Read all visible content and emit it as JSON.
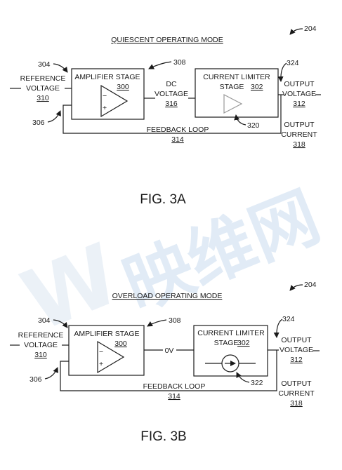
{
  "figure_number": "204",
  "watermark": {
    "mark": "W",
    "text": "映维网",
    "color": "#c9dcef"
  },
  "diagram_a": {
    "mode_title": "QUIESCENT OPERATING MODE",
    "figure_ref": "204",
    "caption": "FIG. 3A",
    "reference": {
      "line1": "REFERENCE",
      "line2": "VOLTAGE",
      "num": "310",
      "ref_in": "304",
      "ref_fb": "306"
    },
    "amplifier": {
      "label": "AMPLIFIER STAGE",
      "num": "300",
      "ref": "308",
      "minus": "−",
      "plus": "+"
    },
    "dc": {
      "line1": "DC",
      "line2": "VOLTAGE",
      "num": "316"
    },
    "limiter": {
      "line1": "CURRENT LIMITER",
      "line2": "STAGE",
      "num": "302",
      "element_ref": "320"
    },
    "output_voltage": {
      "line1": "OUTPUT",
      "line2": "VOLTAGE",
      "num": "312",
      "ref": "324"
    },
    "feedback": {
      "label": "FEEDBACK LOOP",
      "num": "314"
    },
    "output_current": {
      "line1": "OUTPUT",
      "line2": "CURRENT",
      "num": "318"
    }
  },
  "diagram_b": {
    "mode_title": "OVERLOAD OPERATING MODE",
    "figure_ref": "204",
    "caption": "FIG. 3B",
    "reference": {
      "line1": "REFERENCE",
      "line2": "VOLTAGE",
      "num": "310",
      "ref_in": "304",
      "ref_fb": "306"
    },
    "amplifier": {
      "label": "AMPLIFIER STAGE",
      "num": "300",
      "ref": "308",
      "minus": "−",
      "plus": "+"
    },
    "node_voltage": "0V",
    "limiter": {
      "line1": "CURRENT LIMITER",
      "line2": "STAGE",
      "num": "302",
      "element_ref": "322"
    },
    "output_voltage": {
      "line1": "OUTPUT",
      "line2": "VOLTAGE",
      "num": "312",
      "ref": "324"
    },
    "feedback": {
      "label": "FEEDBACK LOOP",
      "num": "314"
    },
    "output_current": {
      "line1": "OUTPUT",
      "line2": "CURRENT",
      "num": "318"
    }
  }
}
